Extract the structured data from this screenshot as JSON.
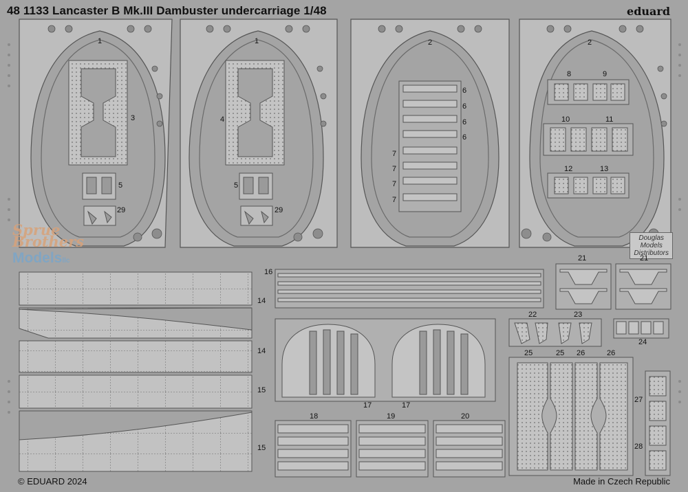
{
  "header": {
    "title": "48 1133 Lancaster B Mk.III Dambuster undercarriage 1/48",
    "brand": "eduard"
  },
  "footer": {
    "copyright": "© EDUARD 2024",
    "origin": "Made in Czech Republic"
  },
  "watermarks": {
    "left_line1": "Sprue",
    "left_line2": "Brothers",
    "left_line3": "Models",
    "left_suffix": "llc",
    "right_line1": "Douglas",
    "right_line2": "Models",
    "right_line3": "Distributors"
  },
  "part_numbers": {
    "p1a": "1",
    "p1b": "1",
    "p2a": "2",
    "p2b": "2",
    "p3": "3",
    "p4": "4",
    "p5a": "5",
    "p5b": "5",
    "p29a": "29",
    "p29b": "29",
    "p6a": "6",
    "p6b": "6",
    "p6c": "6",
    "p6d": "6",
    "p7a": "7",
    "p7b": "7",
    "p7c": "7",
    "p7d": "7",
    "p8": "8",
    "p9": "9",
    "p10": "10",
    "p11": "11",
    "p12": "12",
    "p13": "13",
    "p14a": "14",
    "p14b": "14",
    "p15a": "15",
    "p15b": "15",
    "p16": "16",
    "p17a": "17",
    "p17b": "17",
    "p18": "18",
    "p19": "19",
    "p20": "20",
    "p21a": "21",
    "p21b": "21",
    "p22": "22",
    "p23": "23",
    "p24": "24",
    "p25a": "25",
    "p25b": "25",
    "p26a": "26",
    "p26b": "26",
    "p27": "27",
    "p28": "28"
  },
  "colors": {
    "fret": "#a4a4a4",
    "part": "#bdbdbd",
    "outline": "#555555",
    "hole": "#8d8d8d"
  }
}
